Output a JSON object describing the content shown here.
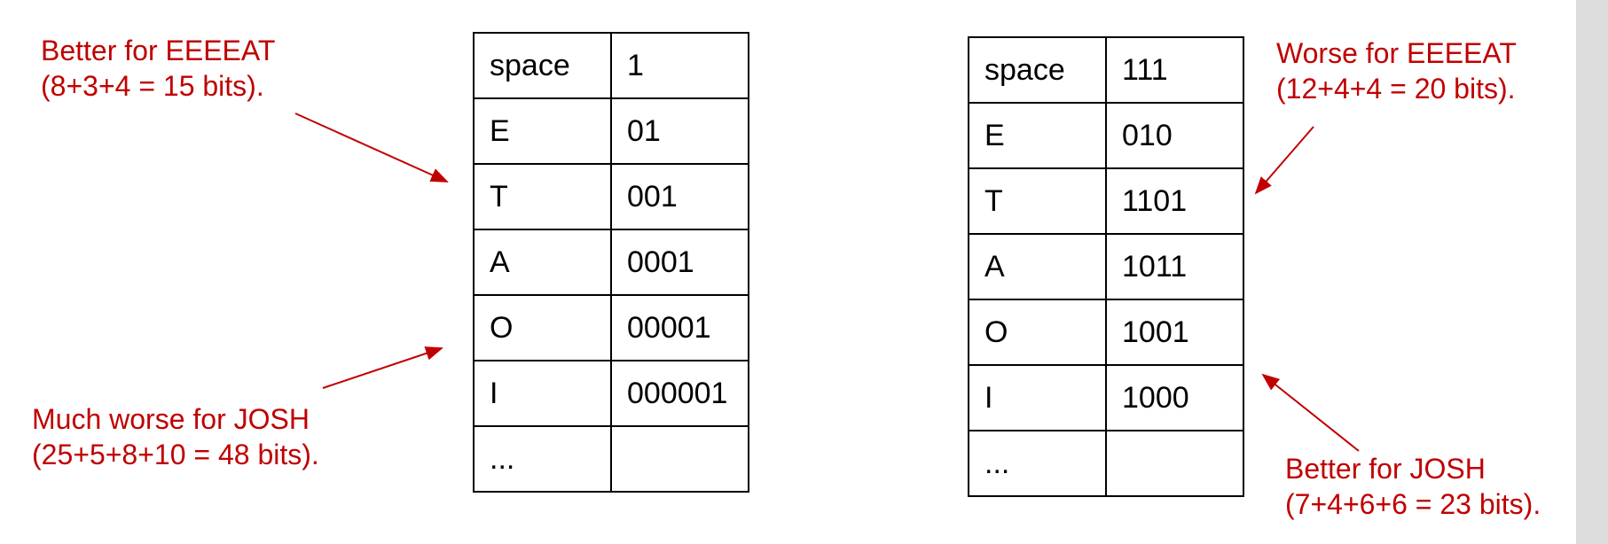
{
  "left_table": {
    "rows": [
      {
        "symbol": "space",
        "code": "1"
      },
      {
        "symbol": "E",
        "code": "01"
      },
      {
        "symbol": "T",
        "code": "001"
      },
      {
        "symbol": "A",
        "code": "0001"
      },
      {
        "symbol": "O",
        "code": "00001"
      },
      {
        "symbol": "I",
        "code": "000001"
      },
      {
        "symbol": "...",
        "code": ""
      }
    ]
  },
  "right_table": {
    "rows": [
      {
        "symbol": "space",
        "code": "111"
      },
      {
        "symbol": "E",
        "code": "010"
      },
      {
        "symbol": "T",
        "code": "1101"
      },
      {
        "symbol": "A",
        "code": "1011"
      },
      {
        "symbol": "O",
        "code": "1001"
      },
      {
        "symbol": "I",
        "code": "1000"
      },
      {
        "symbol": "...",
        "code": ""
      }
    ]
  },
  "annotations": {
    "left_eeeeat": {
      "line1": "Better for EEEEAT",
      "line2": "(8+3+4 = 15 bits)."
    },
    "left_josh": {
      "line1": "Much worse for JOSH",
      "line2": "(25+5+8+10 = 48 bits)."
    },
    "right_eeeeat": {
      "line1": "Worse for EEEEAT",
      "line2": "(12+4+4 = 20 bits)."
    },
    "right_josh": {
      "line1": "Better for JOSH",
      "line2": "(7+4+6+6 = 23 bits)."
    }
  },
  "colors": {
    "annotation": "#c00000",
    "border": "#000000",
    "scrollbar": "#dcdcdc"
  }
}
